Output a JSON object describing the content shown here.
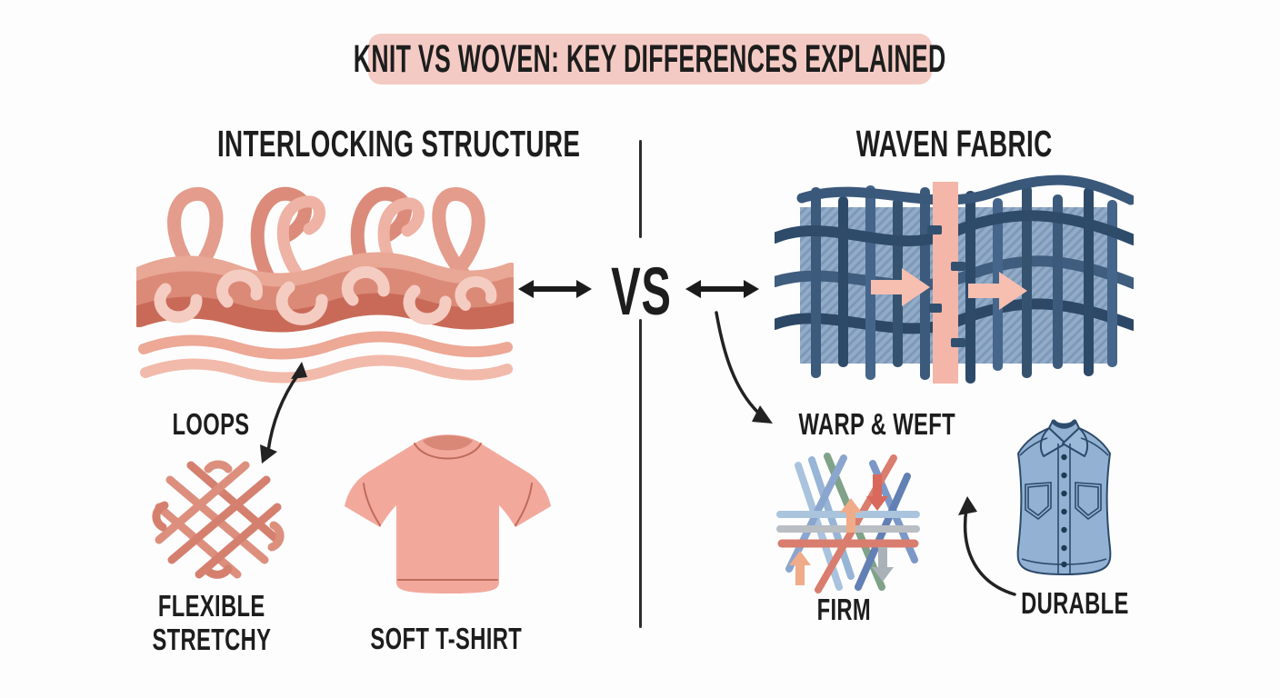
{
  "banner": {
    "text": "KNIT VS WOVEN: KEY DIFFERENCES EXPLAINED"
  },
  "left": {
    "heading": "INTERLOCKING STRUCTURE",
    "loops_label": "LOOPS",
    "trait_line1": "FLEXIBLE",
    "trait_line2": "STRETCHY",
    "garment_label": "SOFT T-SHIRT"
  },
  "center": {
    "vs_label": "VS"
  },
  "right": {
    "heading": "WAVEN FABRIC",
    "structure_label": "WARP & WEFT",
    "trait_label": "FIRM",
    "garment_label": "DURABLE"
  },
  "colors": {
    "banner_bg": "#f4cbc4",
    "text": "#1d1d1d",
    "knit_pink": "#dc8a78",
    "knit_dark": "#c96a58",
    "knit_light": "#f4ccc2",
    "woven_blue": "#92abc8",
    "woven_thread_dark": "#2e4b6a",
    "accent_pink": "#f6bfb0",
    "tshirt_pink": "#f2a99c",
    "denim_blue": "#93b2d3"
  }
}
